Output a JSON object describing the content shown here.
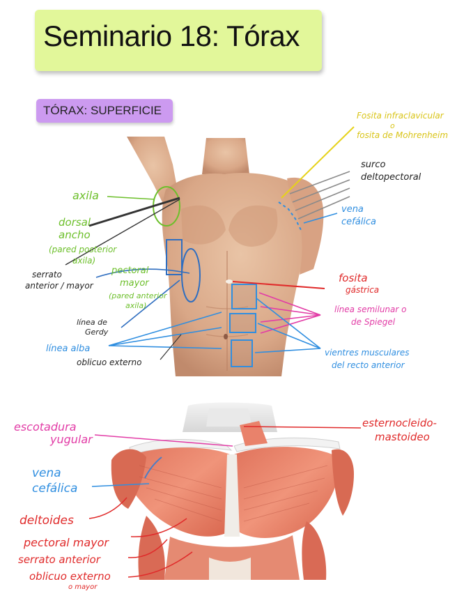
{
  "title": "Seminario 18: Tórax",
  "section": "TÓRAX: SUPERFICIE",
  "colors": {
    "title_bg": "#e2f79a",
    "section_bg": "#cc9af0",
    "yellow": "#e6d21a",
    "green": "#6cbf2a",
    "blue": "#2f8ee0",
    "dark": "#222222",
    "pink": "#e23ca6",
    "red": "#e02a2a",
    "gray": "#8a8a8a"
  },
  "top_labels": {
    "fosita1": "Fosita infraclavicular",
    "fosita2": "o",
    "fosita3": "fosita de Mohrenheim",
    "surco1": "surco",
    "surco2": "deltopectoral",
    "vena1": "vena",
    "vena2": "cefálica",
    "axila": "axila",
    "dorsal1": "dorsal",
    "dorsal2": "ancho",
    "dorsal3": "(pared posterior",
    "dorsal4": "axila)",
    "serrato1": "serrato",
    "serrato2": "anterior / mayor",
    "pectoral1": "pectoral",
    "pectoral2": "mayor",
    "pectoral3": "(pared anterior",
    "pectoral4": "axila)",
    "gerdy1": "línea de",
    "gerdy2": "Gerdy",
    "alba": "línea alba",
    "oblicuo": "oblicuo externo",
    "fosita_g1": "fosita",
    "fosita_g2": "gástrica",
    "semilunar1": "línea semilunar o",
    "semilunar2": "de Spiegel",
    "vientres1": "vientres musculares",
    "vientres2": "del recto anterior"
  },
  "bottom_labels": {
    "escotadura1": "escotadura",
    "escotadura2": "yugular",
    "ecm1": "esternocleido-",
    "ecm2": "mastoideo",
    "vena1": "vena",
    "vena2": "cefálica",
    "deltoides": "deltoides",
    "pectoral": "pectoral mayor",
    "serrato": "serrato anterior",
    "oblicuo": "oblicuo externo",
    "oblicuo2": "o mayor"
  }
}
